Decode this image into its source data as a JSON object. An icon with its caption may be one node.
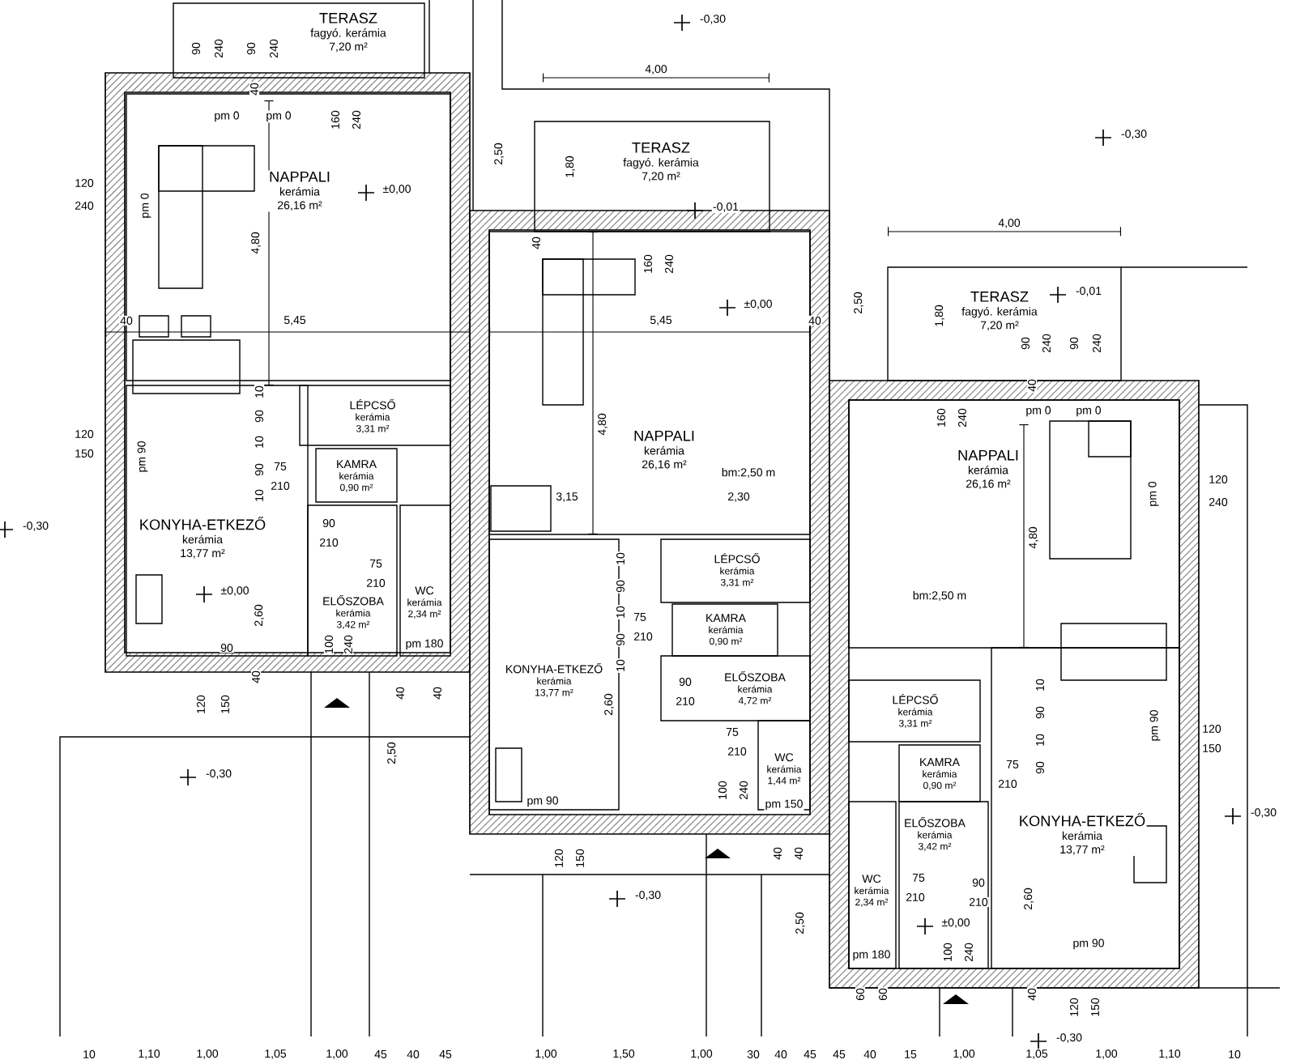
{
  "diagram": {
    "nodes": [
      {
        "text": [
          "TERASZ",
          "fagyó. kerámia",
          "7,20 m²"
        ]
      },
      {
        "text": [
          "NAPPALI",
          "kerámia",
          "26,16 m²"
        ]
      },
      {
        "text": [
          "LÉPCSŐ",
          "kerámia",
          "3,31 m²"
        ]
      },
      {
        "text": [
          "KAMRA",
          "kerámia",
          "0,90 m²"
        ]
      },
      {
        "text": [
          "KONYHA-ETKEZŐ",
          "kerámia",
          "13,77 m²"
        ]
      },
      {
        "text": [
          "ELŐSZOBA",
          "kerámia",
          "3,42 m²"
        ]
      },
      {
        "text": [
          "WC",
          "kerámia",
          "2,34 m²"
        ]
      },
      {
        "text": [
          "TERASZ",
          "fagyó. kerámia",
          "7,20 m²"
        ]
      },
      {
        "text": [
          "NAPPALI",
          "kerámia",
          "26,16 m²"
        ]
      },
      {
        "text": [
          "LÉPCSŐ",
          "kerámia",
          "3,31 m²"
        ]
      },
      {
        "text": [
          "KAMRA",
          "kerámia",
          "0,90 m²"
        ]
      },
      {
        "text": [
          "KONYHA-ETKEZŐ",
          "kerámia",
          "13,77 m²"
        ]
      },
      {
        "text": [
          "ELŐSZOBA",
          "kerámia",
          "4,72 m²"
        ]
      },
      {
        "text": [
          "WC",
          "kerámia",
          "1,44 m²"
        ]
      },
      {
        "text": [
          "TERASZ",
          "fagyó. kerámia",
          "7,20 m²"
        ]
      },
      {
        "text": [
          "NAPPALI",
          "kerámia",
          "26,16 m²"
        ]
      },
      {
        "text": [
          "LÉPCSŐ",
          "kerámia",
          "3,31 m²"
        ]
      },
      {
        "text": [
          "KAMRA",
          "kerámia",
          "0,90 m²"
        ]
      },
      {
        "text": [
          "KONYHA-ETKEZŐ",
          "kerámia",
          "13,77 m²"
        ]
      },
      {
        "text": [
          "ELŐSZOBA",
          "kerámia",
          "3,42 m²"
        ]
      },
      {
        "text": [
          "WC",
          "kerámia",
          "2,34 m²"
        ]
      }
    ],
    "labels": [
      "-0,30",
      "90",
      "240",
      "90",
      "240",
      "40",
      "pm 0",
      "pm 0",
      "160",
      "240",
      "4,00",
      "-0,30",
      "2,50",
      "1,80",
      "120",
      "240",
      "pm 0",
      "±0,00",
      "-0,01",
      "4,00",
      "4,80",
      "40",
      "160",
      "240",
      "-0,01",
      "±0,00",
      "2,50",
      "1,80",
      "40",
      "5,45",
      "5,45",
      "40",
      "90",
      "240",
      "90",
      "240",
      "40",
      "160",
      "240",
      "pm 0",
      "pm 0",
      "4,80",
      "10",
      "90",
      "10",
      "90",
      "10",
      "120",
      "150",
      "pm 90",
      "bm:2,50 m",
      "pm 0",
      "120",
      "240",
      "75",
      "210",
      "3,15",
      "2,30",
      "-0,30",
      "4,80",
      "90",
      "210",
      "75",
      "210",
      "10",
      "90",
      "10",
      "90",
      "10",
      "±0,00",
      "2,60",
      "bm:2,50 m",
      "75",
      "210",
      "90",
      "210",
      "90",
      "100",
      "240",
      "pm 180",
      "75",
      "210",
      "2,60",
      "10",
      "90",
      "10",
      "90",
      "pm 90",
      "120",
      "150",
      "-0,30",
      "120",
      "150",
      "40",
      "40",
      "40",
      "2,50",
      "75",
      "210",
      "pm 90",
      "100",
      "240",
      "pm 150",
      "-0,30",
      "90",
      "210",
      "120",
      "150",
      "40",
      "40",
      "75",
      "210",
      "±0,00",
      "2,60",
      "-0,30",
      "2,50",
      "100",
      "240",
      "pm 180",
      "pm 90",
      "60",
      "60",
      "40",
      "120",
      "150",
      "-0,30",
      "10",
      "1,10",
      "1,00",
      "1,05",
      "1,00",
      "45",
      "40",
      "45",
      "1,00",
      "1,50",
      "1,00",
      "30",
      "40",
      "45",
      "45",
      "40",
      "15",
      "1,00",
      "1,05",
      "1,00",
      "1,10",
      "10"
    ]
  }
}
